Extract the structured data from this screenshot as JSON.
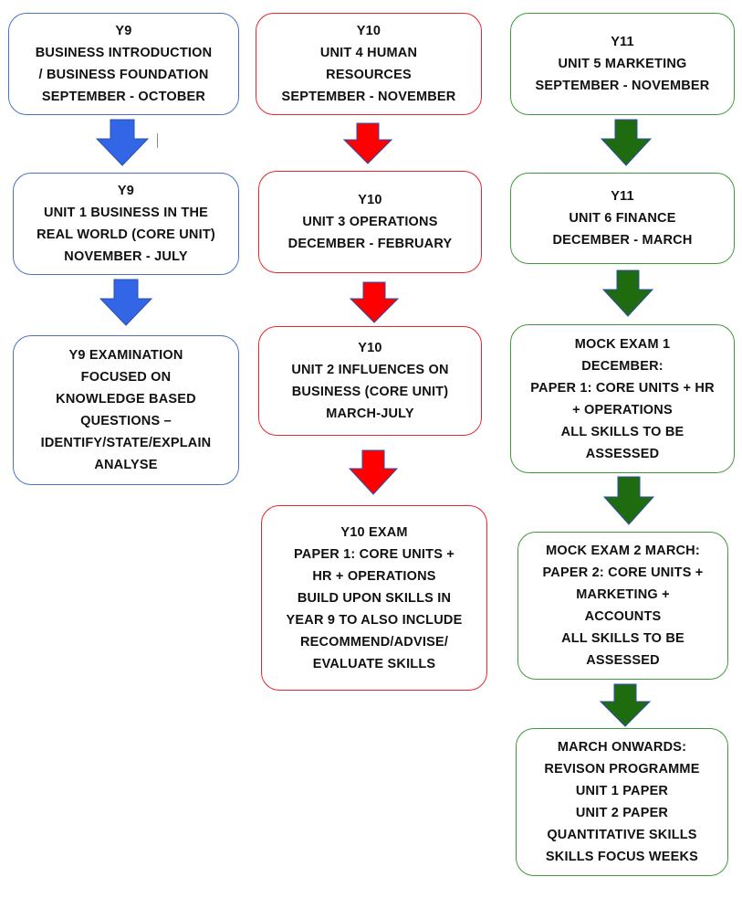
{
  "colors": {
    "blue_border": "#4a72c4",
    "red_border": "#e8262b",
    "green_border": "#3f9a3a",
    "blue_arrow": "#3366e6",
    "red_arrow": "#ff0000",
    "green_arrow": "#1e6b10",
    "arrow_outline": "#2d4fa8"
  },
  "columns": {
    "y9": {
      "boxes": [
        {
          "lines": [
            "Y9",
            "BUSINESS INTRODUCTION",
            "/ BUSINESS FOUNDATION",
            "SEPTEMBER - OCTOBER"
          ]
        },
        {
          "lines": [
            "Y9",
            "UNIT 1 BUSINESS IN THE",
            "REAL WORLD (CORE UNIT)",
            "NOVEMBER - JULY"
          ]
        },
        {
          "lines": [
            "Y9 EXAMINATION",
            "FOCUSED ON",
            "KNOWLEDGE BASED",
            "QUESTIONS –",
            "IDENTIFY/STATE/EXPLAIN",
            "ANALYSE"
          ]
        }
      ]
    },
    "y10": {
      "boxes": [
        {
          "lines": [
            "Y10",
            "UNIT 4 HUMAN",
            "RESOURCES",
            "SEPTEMBER - NOVEMBER"
          ]
        },
        {
          "lines": [
            "Y10",
            "UNIT 3 OPERATIONS",
            "DECEMBER  - FEBRUARY"
          ]
        },
        {
          "lines": [
            "Y10",
            "UNIT 2 INFLUENCES ON",
            "BUSINESS (CORE UNIT)",
            "MARCH-JULY"
          ]
        },
        {
          "lines": [
            "Y10 EXAM",
            "PAPER 1: CORE UNITS +",
            "HR + OPERATIONS",
            "BUILD UPON SKILLS IN",
            "YEAR 9 TO ALSO INCLUDE",
            "RECOMMEND/ADVISE/",
            "EVALUATE SKILLS"
          ]
        }
      ]
    },
    "y11": {
      "boxes": [
        {
          "lines": [
            "Y11",
            "UNIT 5 MARKETING",
            "SEPTEMBER - NOVEMBER"
          ]
        },
        {
          "lines": [
            "Y11",
            "UNIT 6 FINANCE",
            "DECEMBER - MARCH"
          ]
        },
        {
          "lines": [
            "MOCK EXAM 1",
            "DECEMBER:",
            "PAPER 1: CORE UNITS + HR",
            "+ OPERATIONS",
            "ALL SKILLS TO BE",
            "ASSESSED"
          ]
        },
        {
          "lines": [
            "MOCK EXAM 2 MARCH:",
            "PAPER 2: CORE UNITS +",
            "MARKETING +",
            "ACCOUNTS",
            "ALL SKILLS TO BE",
            "ASSESSED"
          ]
        },
        {
          "lines": [
            "MARCH ONWARDS:",
            "REVISON PROGRAMME",
            "UNIT 1 PAPER",
            "UNIT 2 PAPER",
            "QUANTITATIVE SKILLS",
            "SKILLS FOCUS WEEKS"
          ]
        }
      ]
    }
  }
}
